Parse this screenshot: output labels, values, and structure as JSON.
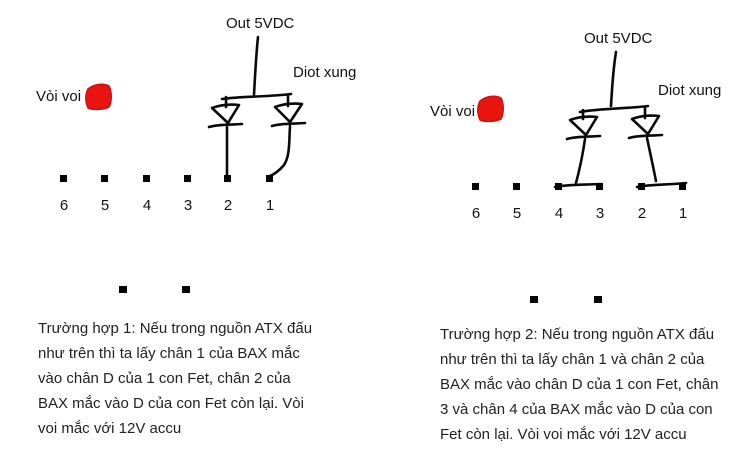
{
  "colors": {
    "ink": "#0a0a0a",
    "red": "#e8140f",
    "background": "#ffffff"
  },
  "left": {
    "out_label": "Out 5VDC",
    "diode_label": "Diot xung",
    "voi_label": "Vòi voi",
    "pins": [
      "6",
      "5",
      "4",
      "3",
      "2",
      "1"
    ],
    "caption_lines": [
      "Trường hợp 1: Nếu trong nguồn ATX đấu",
      "như trên thì ta lấy chân 1 của BAX mắc",
      "vào chân D của 1 con Fet, chân 2 của",
      "BAX mắc vào D của con Fet còn lại. Vòi",
      "voi mắc với 12V accu"
    ]
  },
  "right": {
    "out_label": "Out 5VDC",
    "diode_label": "Diot xung",
    "voi_label": "Vòi voi",
    "pins": [
      "6",
      "5",
      "4",
      "3",
      "2",
      "1"
    ],
    "caption_lines": [
      "Trường hợp 2: Nếu trong nguồn ATX đấu",
      "như trên thì ta lấy chân 1 và chân 2 của",
      "BAX mắc vào chân D của 1 con Fet, chân",
      "3 và chân 4 của BAX mắc vào D của con",
      "Fet còn lại. Vòi voi mắc với 12V accu"
    ]
  }
}
